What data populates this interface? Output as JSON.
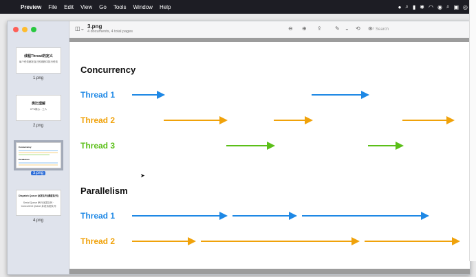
{
  "menubar": {
    "app": "Preview",
    "items": [
      "File",
      "Edit",
      "View",
      "Go",
      "Tools",
      "Window",
      "Help"
    ]
  },
  "window": {
    "doc_title": "3.png",
    "doc_subtitle": "4 documents, 4 total pages",
    "search_placeholder": "Search"
  },
  "sidebar": {
    "thumbnails": [
      {
        "label": "1.png",
        "title": "线程Thread的定义",
        "subtitle": "每个任务都在自己的线程中执行任务",
        "selected": false
      },
      {
        "label": "2.png",
        "title": "类比理解",
        "subtitle": "CPU核心 - 工人",
        "selected": false
      },
      {
        "label": "3.png",
        "title": "Concurrency",
        "subtitle": "Parallelism",
        "selected": true
      },
      {
        "label": "4.png",
        "title": "Dispatch Queue 派发队列(调度队列)",
        "subtitle": "Serial Queue 串行派发队列 · Concurrent Queue 并发派发队列",
        "selected": false
      }
    ]
  },
  "slide": {
    "concurrency_heading": "Concurrency",
    "parallelism_heading": "Parallelism",
    "thread1": "Thread 1",
    "thread2": "Thread 2",
    "thread3": "Thread 3",
    "colors": {
      "blue": "#1e88e5",
      "orange": "#f0a20a",
      "green": "#5bbf18"
    }
  }
}
